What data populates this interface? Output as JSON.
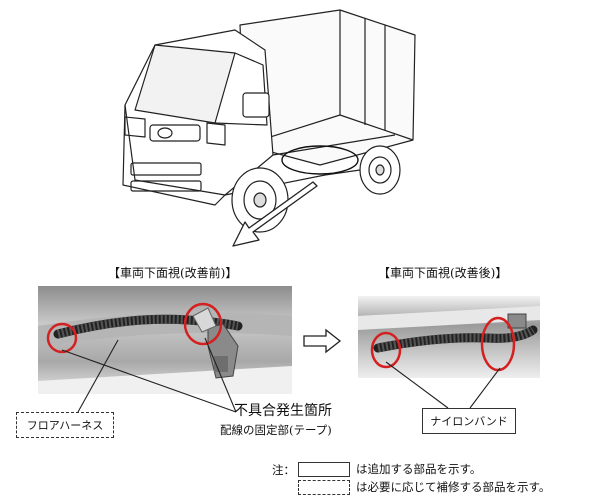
{
  "captions": {
    "before": "【車両下面視(改善前)】",
    "after": "【車両下面視(改善後)】"
  },
  "labels": {
    "floor_harness": "フロアハーネス",
    "defect_location": "不具合発生箇所",
    "wiring_fixing": "配線の固定部(テープ)",
    "nylon_band": "ナイロンバンド"
  },
  "legend": {
    "prefix": "注：",
    "added_parts": "は追加する部品を示す。",
    "repair_parts": "は必要に応じて補修する部品を示す。"
  },
  "colors": {
    "highlight": "#d42020",
    "line": "#222222"
  }
}
